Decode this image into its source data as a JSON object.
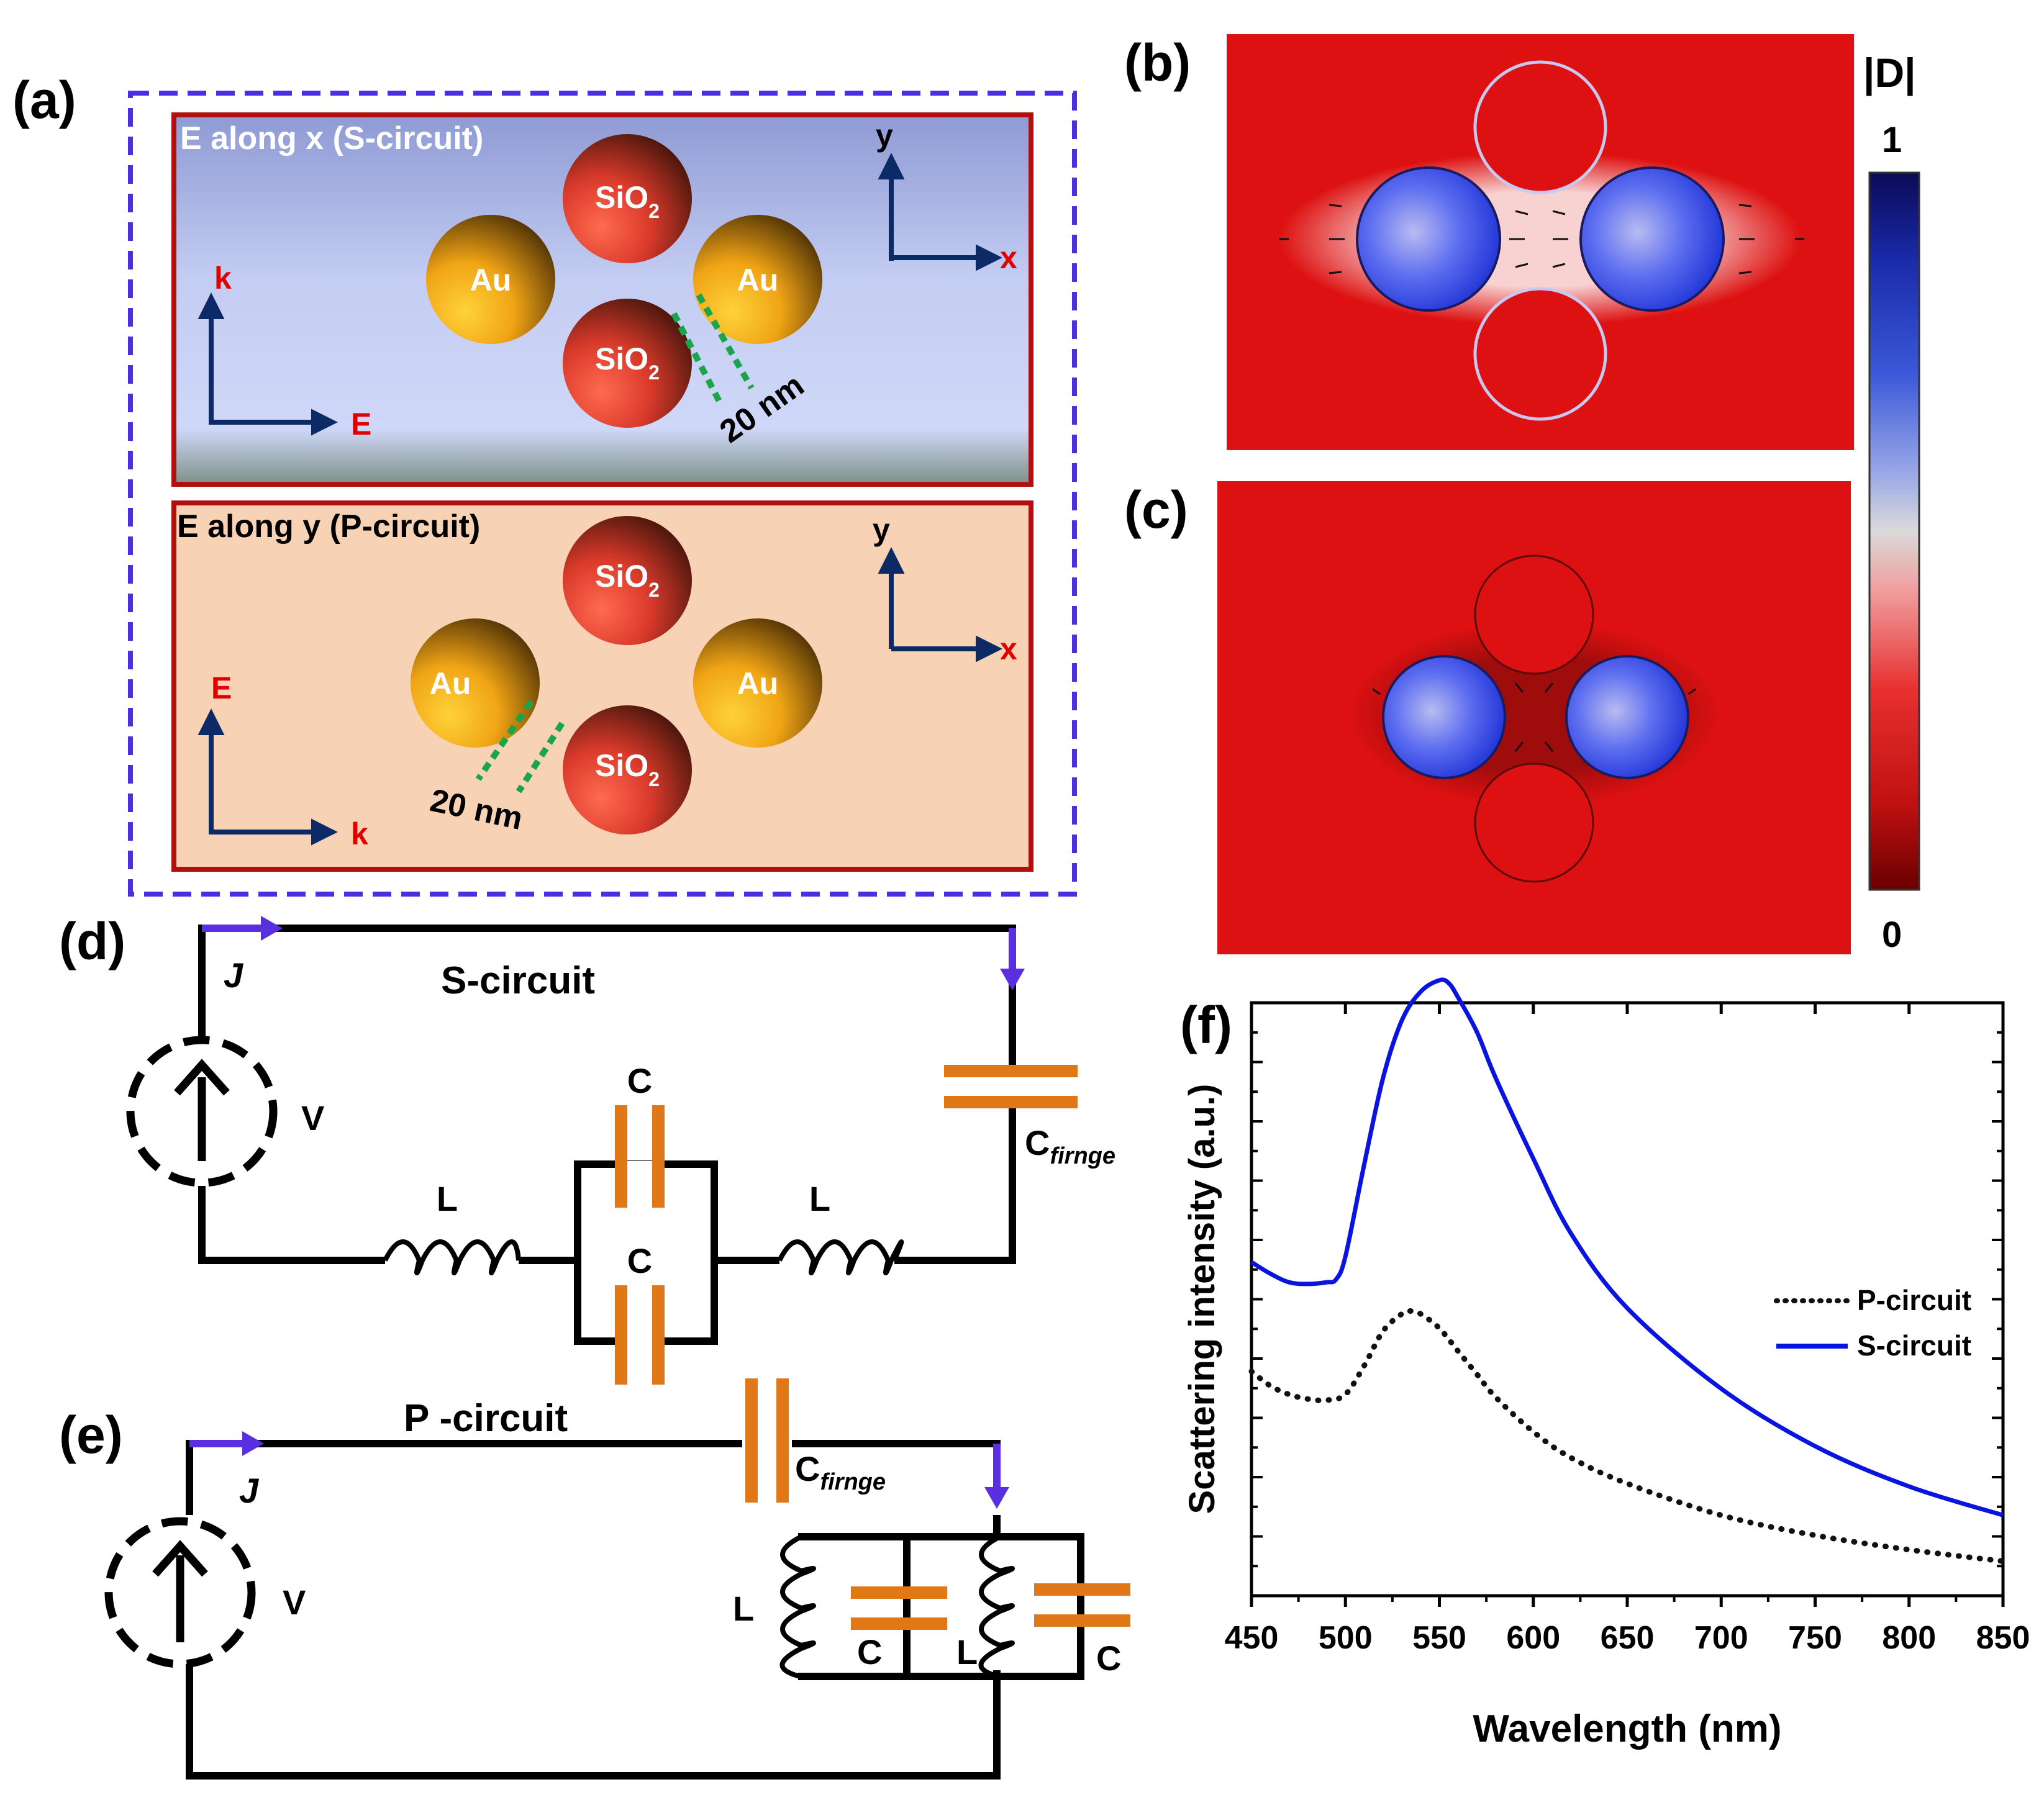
{
  "panels": {
    "a": "(a)",
    "b": "(b)",
    "c": "(c)",
    "d": "(d)",
    "e": "(e)",
    "f": "(f)"
  },
  "panel_a": {
    "top_title": "E along  x (S-circuit)",
    "bottom_title": "E along y (P-circuit)",
    "au_label": "Au",
    "sio2_label": "SiO",
    "sio2_sub": "2",
    "gap_label": "20 nm",
    "axis_y": "y",
    "axis_x": "x",
    "k_label": "k",
    "e_label": "E"
  },
  "colorbar": {
    "title": "|D|",
    "max_label": "1",
    "min_label": "0"
  },
  "circuit_s": {
    "title": "S-circuit",
    "current_label": "J",
    "voltage_label": "V",
    "c_label": "C",
    "l_label": "L",
    "cfringe_label": "C",
    "cfringe_sub": "firnge"
  },
  "circuit_p": {
    "title": "P -circuit",
    "current_label": "J",
    "voltage_label": "V",
    "c_label": "C",
    "l_label": "L",
    "cfringe_label": "C",
    "cfringe_sub": "firnge"
  },
  "colors": {
    "panel_border": "#4b2fe0",
    "box_border": "#b01010",
    "top_bg": "#c8d4f6",
    "bottom_bg": "#f8d2b4",
    "capacitor": "#e07818",
    "arrow": "#5a2fe0",
    "axis_arrow": "#0c2a66",
    "field_red": "#dd1111",
    "field_blue": "#2038e0",
    "s_curve": "#0a14e0",
    "p_curve": "#111111"
  },
  "chart_data": {
    "type": "line",
    "xlabel": "Wavelength (nm)",
    "ylabel": "Scattering intensity (a.u.)",
    "xlim": [
      450,
      850
    ],
    "ylim": [
      0,
      10
    ],
    "x_ticks": [
      "450",
      "500",
      "550",
      "600",
      "650",
      "700",
      "750",
      "800",
      "850"
    ],
    "legend_position": "right",
    "series": [
      {
        "name": "P-circuit",
        "style": "dotted",
        "x": [
          450,
          460,
          470,
          480,
          490,
          500,
          510,
          520,
          530,
          535,
          540,
          550,
          560,
          570,
          580,
          600,
          620,
          650,
          700,
          750,
          800,
          850
        ],
        "y": [
          3.9,
          3.65,
          3.5,
          3.42,
          3.4,
          3.5,
          4.0,
          4.6,
          4.9,
          4.95,
          4.9,
          4.65,
          4.25,
          3.85,
          3.45,
          2.85,
          2.4,
          1.95,
          1.4,
          1.05,
          0.8,
          0.6
        ]
      },
      {
        "name": "S-circuit",
        "style": "solid",
        "x": [
          450,
          460,
          470,
          480,
          490,
          495,
          500,
          510,
          520,
          530,
          540,
          550,
          555,
          560,
          570,
          580,
          600,
          620,
          650,
          700,
          750,
          800,
          850
        ],
        "y": [
          5.8,
          5.6,
          5.45,
          5.42,
          5.45,
          5.5,
          5.9,
          7.5,
          9.0,
          10.0,
          10.5,
          10.7,
          10.65,
          10.4,
          9.8,
          9.0,
          7.6,
          6.3,
          5.0,
          3.6,
          2.6,
          1.9,
          1.4
        ]
      }
    ]
  }
}
